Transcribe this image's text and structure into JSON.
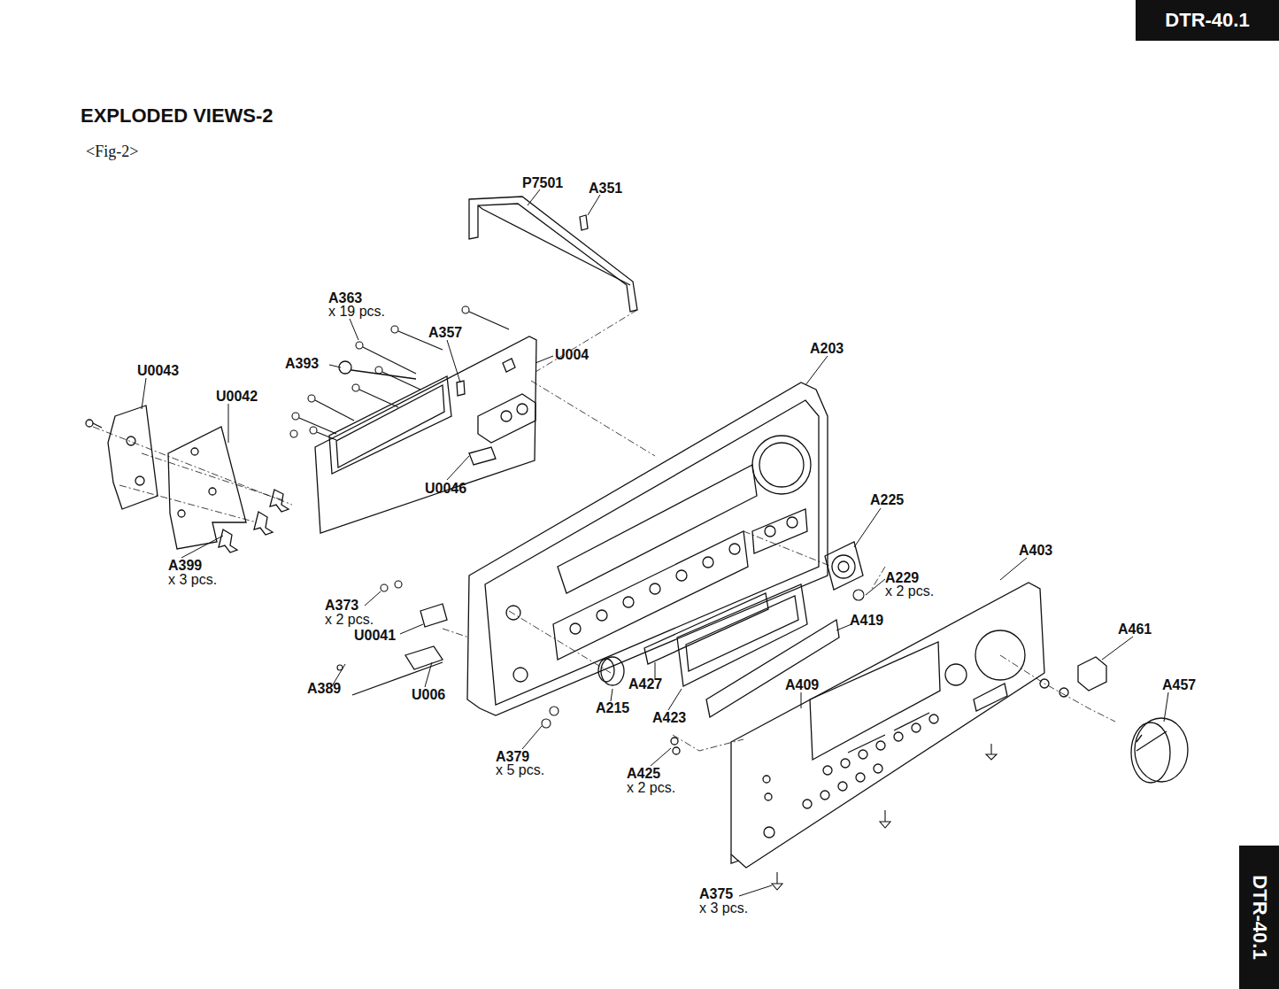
{
  "diagram": {
    "title": "EXPLODED VIEWS-2",
    "nodes": [
      {
        "text": [
          "DTR-40.1"
        ]
      },
      {
        "text": [
          "DTR-40.1"
        ]
      }
    ],
    "labels": [
      "<Fig-2>",
      "P7501",
      "A351",
      "A363",
      "x 19 pcs.",
      "A357",
      "A393",
      "U004",
      "A203",
      "U0043",
      "U0042",
      "U0046",
      "A225",
      "A403",
      "A399",
      "x 3 pcs.",
      "A229",
      "x 2 pcs.",
      "A461",
      "A419",
      "A373",
      "x 2 pcs.",
      "U0041",
      "A457",
      "A409",
      "A427",
      "A389",
      "U006",
      "A215",
      "A423",
      "A379",
      "x 5 pcs.",
      "A425",
      "x 2 pcs.",
      "A375",
      "x 3 pcs."
    ]
  }
}
